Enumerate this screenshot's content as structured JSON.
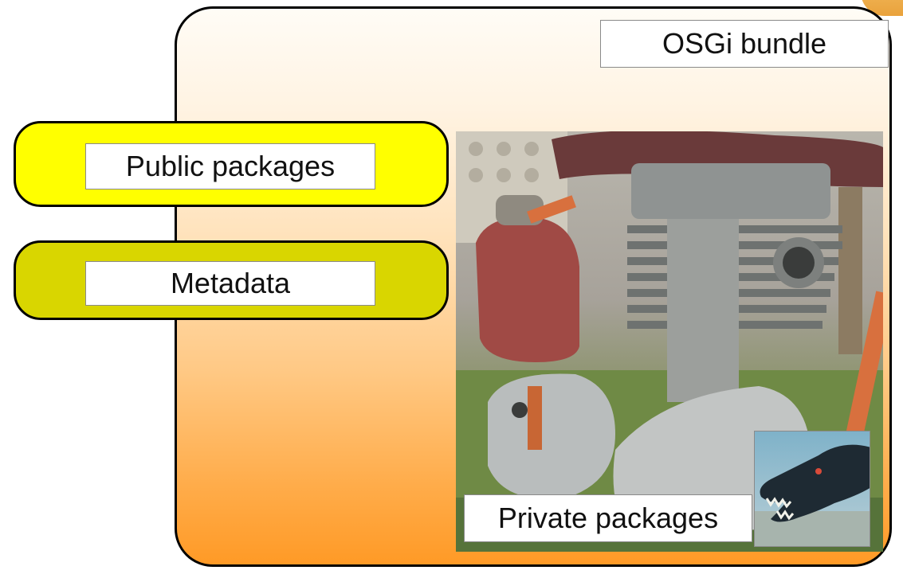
{
  "bundle": {
    "label": "OSGi bundle"
  },
  "public_packages": {
    "label": "Public packages",
    "color": "#ffff00"
  },
  "metadata": {
    "label": "Metadata",
    "color": "#d9d600"
  },
  "private_packages": {
    "label": "Private packages"
  },
  "images": {
    "engine_photo": "motorcycle-engine-photo",
    "creature_photo": "dinosaur-head-photo"
  },
  "colors": {
    "bundle_gradient_top": "#fffcf6",
    "bundle_gradient_bottom": "#ff9a26",
    "outline": "#000000"
  }
}
